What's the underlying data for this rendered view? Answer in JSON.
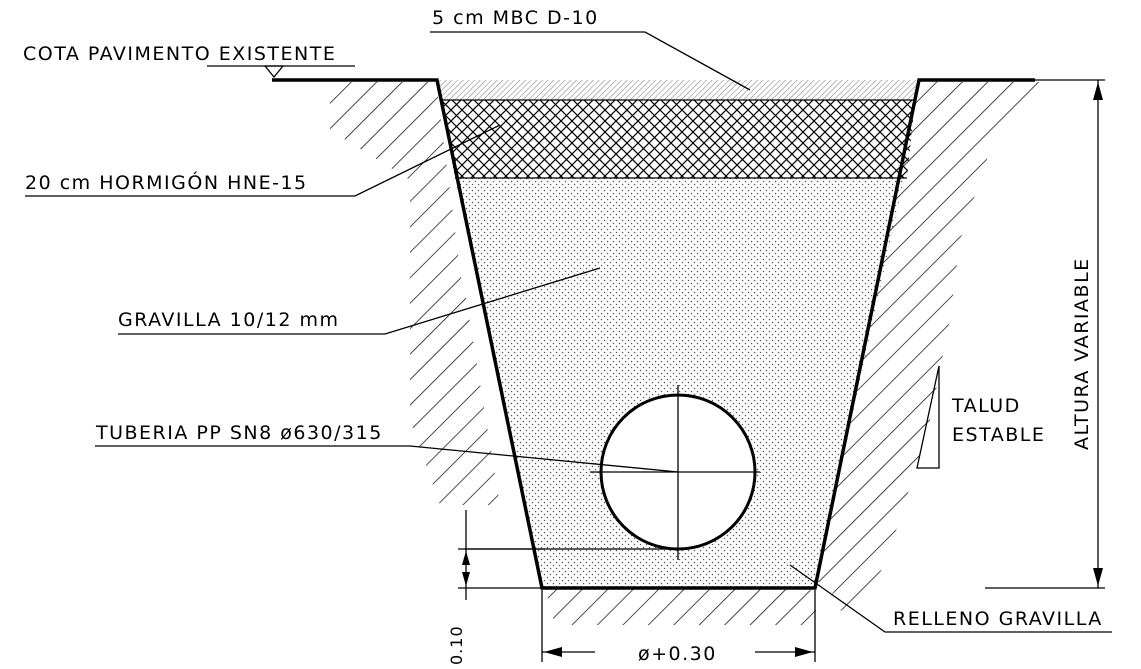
{
  "labels": {
    "surface_layer": "5 cm MBC D-10",
    "existing_pavement": "COTA PAVIMENTO EXISTENTE",
    "concrete_layer": "20 cm HORMIGÓN HNE-15",
    "gravel_fill": "GRAVILLA 10/12 mm",
    "pipe": "TUBERIA PP SN8 ø630/315",
    "slope_line1": "TALUD",
    "slope_line2": "ESTABLE",
    "height_dimension": "ALTURA VARIABLE",
    "bedding_fill": "RELLENO GRAVILLA",
    "bedding_thickness": "0.10",
    "bottom_width": "ø+0.30"
  }
}
